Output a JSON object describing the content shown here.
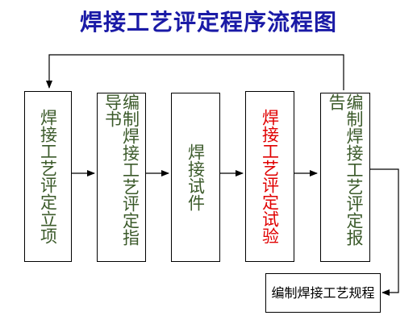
{
  "title": "焊接工艺评定程序流程图",
  "colors": {
    "title": "#1a1aa6",
    "step_text": "#3b5a2a",
    "highlight_text": "#e00000",
    "line": "#000000"
  },
  "steps": [
    {
      "label": "焊接工艺评定立项",
      "highlight": false
    },
    {
      "label": "编制焊接工艺评定指导书",
      "highlight": false
    },
    {
      "label": "焊接试件",
      "highlight": false
    },
    {
      "label": "焊接工艺评定试验",
      "highlight": true
    },
    {
      "label": "编制焊接工艺评定报告",
      "highlight": false
    }
  ],
  "output": {
    "label": "编制焊接工艺规程"
  }
}
